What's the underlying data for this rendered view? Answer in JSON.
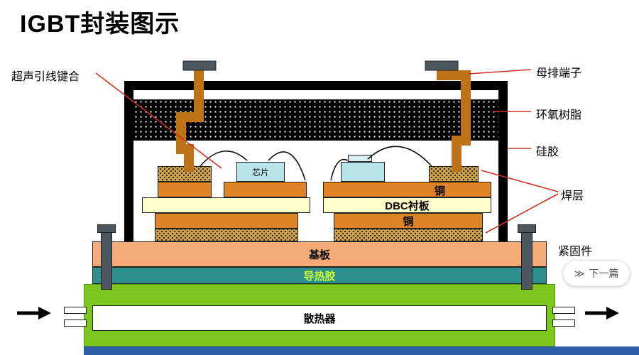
{
  "title": "IGBT封装图示",
  "annotations": {
    "wire_bond": "超声引线键合",
    "busbar_terminal": "母排端子",
    "epoxy_resin": "环氧树脂",
    "silicone_gel": "硅胶",
    "solder_layer": "焊层",
    "fastener": "紧固件"
  },
  "components": {
    "chip": "芯片",
    "copper_upper": "铜",
    "copper_lower": "铜",
    "dbc_substrate": "DBC衬板",
    "baseplate": "基板",
    "thermal_adhesive": "导热胶",
    "heatsink": "散热器"
  },
  "next_button": {
    "icon": "≫",
    "label": "下一篇"
  },
  "colors": {
    "heatsink_green": "#7dc81f",
    "thermal_teal": "#2e8f8f",
    "thermal_text": "#ccff33",
    "baseplate_salmon": "#f6ab77",
    "copper_orange": "#de8326",
    "busbar_orange": "#be7317",
    "dbc_yellow": "#fefec8",
    "chip_blue": "#b9e4ea",
    "solder_tan": "#caa24e",
    "annotation_red": "#cc3322",
    "fastener_gray": "#4d5760",
    "footer_blue": "#2e5ea7"
  }
}
